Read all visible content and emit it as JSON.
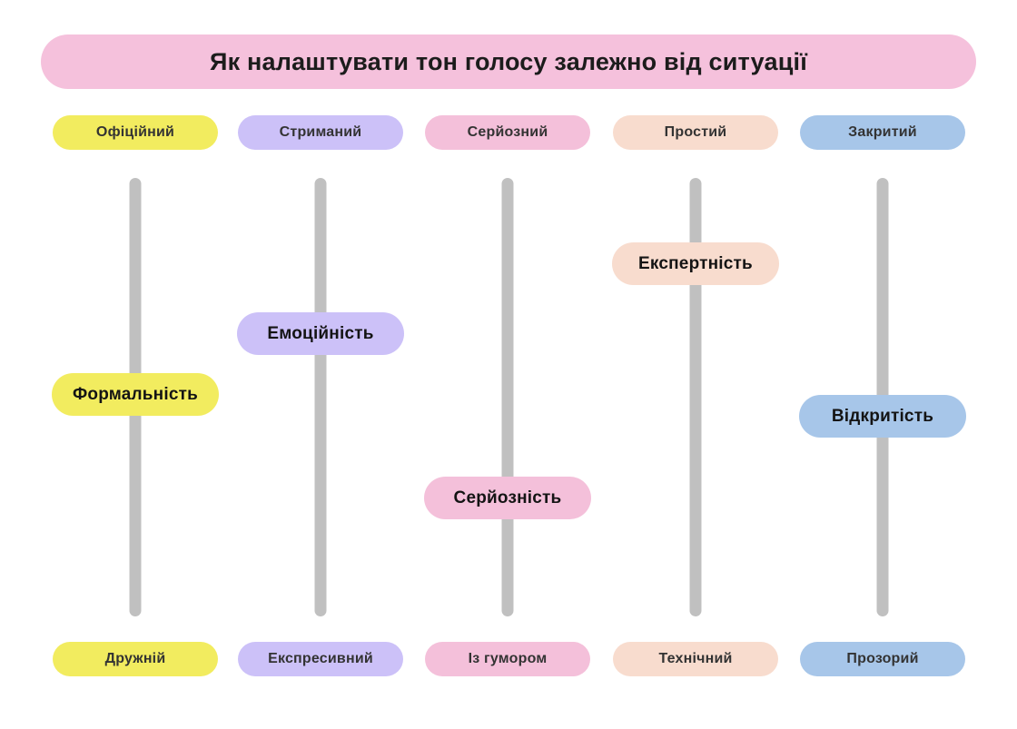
{
  "title": "Як налаштувати тон голосу залежно від ситуації",
  "colors": {
    "title_bg": "#F5C1DC",
    "track": "#C0C0C0"
  },
  "sliders": [
    {
      "id": "formality",
      "color": "#F2EC5F",
      "top_label": "Офіційний",
      "handle_label": "Формальність",
      "bottom_label": "Дружній",
      "value_pct_from_top": 49.3
    },
    {
      "id": "emotionality",
      "color": "#CCC1F8",
      "top_label": "Стриманий",
      "handle_label": "Емоційність",
      "bottom_label": "Експресивний",
      "value_pct_from_top": 35.6
    },
    {
      "id": "seriousness",
      "color": "#F4C0DA",
      "top_label": "Серйозний",
      "handle_label": "Серйозність",
      "bottom_label": "Із гумором",
      "value_pct_from_top": 72.9
    },
    {
      "id": "expertise",
      "color": "#F8DCCE",
      "top_label": "Простий",
      "handle_label": "Експертність",
      "bottom_label": "Технічний",
      "value_pct_from_top": 19.5
    },
    {
      "id": "openness",
      "color": "#A7C6E9",
      "top_label": "Закритий",
      "handle_label": "Відкритість",
      "bottom_label": "Прозорий",
      "value_pct_from_top": 54.4
    }
  ]
}
